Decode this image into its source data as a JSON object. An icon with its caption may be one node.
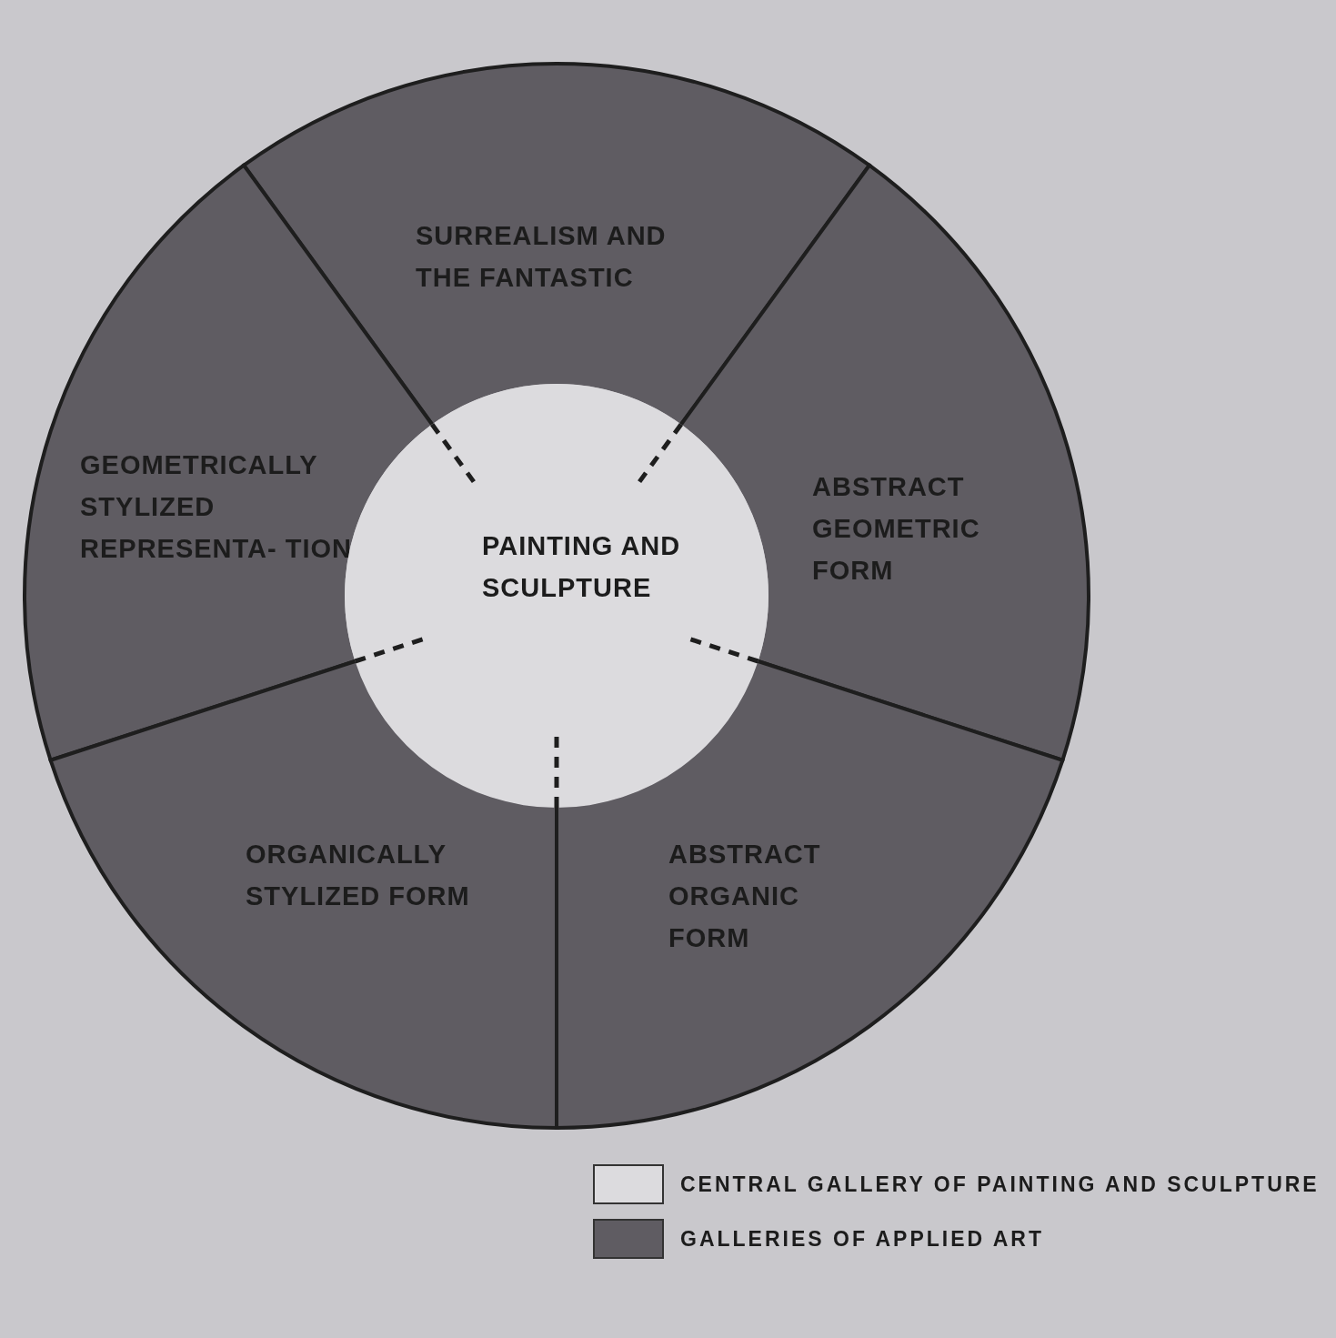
{
  "diagram": {
    "nodes": [
      {
        "text": [
          "SURREALISM AND THE FANTASTIC"
        ]
      },
      {
        "text": [
          "GEOMETRICALLY STYLIZED REPRESENTA- TION"
        ]
      },
      {
        "text": [
          "ABSTRACT GEOMETRIC FORM"
        ]
      },
      {
        "text": [
          "PAINTING AND SCULPTURE"
        ]
      },
      {
        "text": [
          "ORGANICALLY STYLIZED FORM"
        ]
      },
      {
        "text": [
          "ABSTRACT ORGANIC FORM"
        ]
      }
    ],
    "edges": [],
    "legend": [
      {
        "text": "CENTRAL GALLERY OF PAINTING AND SCULPTURE",
        "color": "#dcdbde"
      },
      {
        "text": "GALLERIES OF APPLIED ART",
        "color": "#5f5c62"
      }
    ]
  }
}
